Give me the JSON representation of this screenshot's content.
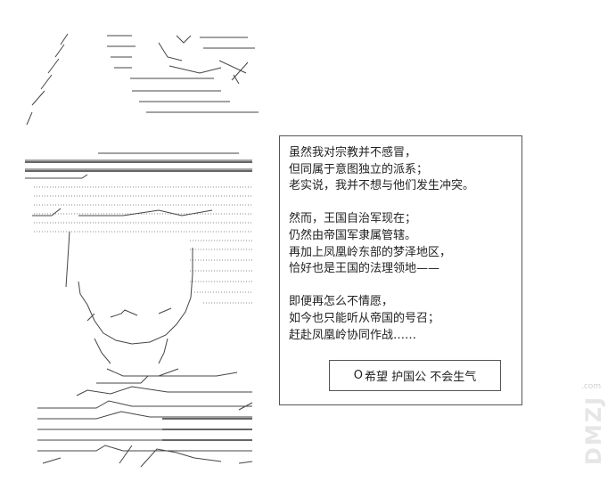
{
  "narration": {
    "lines": [
      "虽然我对宗教并不感冒，",
      "但同属于意图独立的派系；",
      "老实说，我并不想与他们发生冲突。",
      "",
      "然而，王国自治军现在；",
      "仍然由帝国军隶属管辖。",
      "再加上凤凰岭东部的梦泽地区，",
      "恰好也是王国的法理领地——",
      "",
      "即便再怎么不情愿，",
      "如今也只能听从帝国的号召；",
      "赶赴凤凰岭协同作战……"
    ]
  },
  "option": {
    "marker": "O",
    "label": "希望 护国公 不会生气"
  },
  "watermark": {
    "text": "DMZJ",
    "domain": ".com"
  },
  "figure": {
    "icon": "ascii-art-character-icon"
  }
}
